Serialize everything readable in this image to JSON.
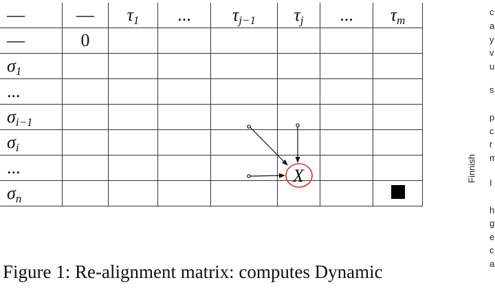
{
  "matrix": {
    "corner": "—",
    "columns": [
      {
        "base": "—",
        "sub": ""
      },
      {
        "base": "τ",
        "sub": "1"
      },
      {
        "base": "...",
        "sub": ""
      },
      {
        "base": "τ",
        "sub": "j−1"
      },
      {
        "base": "τ",
        "sub": "j"
      },
      {
        "base": "...",
        "sub": ""
      },
      {
        "base": "τ",
        "sub": "m"
      }
    ],
    "rows": [
      {
        "base": "—",
        "sub": ""
      },
      {
        "base": "σ",
        "sub": "1"
      },
      {
        "base": "...",
        "sub": ""
      },
      {
        "base": "σ",
        "sub": "i−1"
      },
      {
        "base": "σ",
        "sub": "i"
      },
      {
        "base": "...",
        "sub": ""
      },
      {
        "base": "σ",
        "sub": "n"
      }
    ],
    "origin_value": "0",
    "current_cell_label": "X",
    "circle_color": "#d93030",
    "end_marker_color": "#000000"
  },
  "caption": "Figure 1: Re-alignment matrix: computes Dynamic",
  "sidebar_label": "Finnish",
  "right_column_fragments": [
    "c",
    "a",
    "y",
    "v",
    "u",
    "s",
    "p",
    "c",
    "r",
    "m",
    "I",
    "h",
    "g",
    "e",
    "c",
    "a"
  ]
}
